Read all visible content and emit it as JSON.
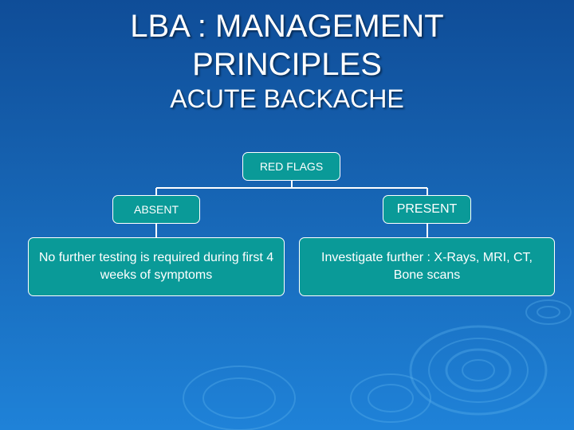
{
  "slide": {
    "title_line1": "LBA : MANAGEMENT",
    "title_line2": "PRINCIPLES",
    "subtitle": "ACUTE BACKACHE"
  },
  "diagram": {
    "root": "RED FLAGS",
    "left_branch": "ABSENT",
    "right_branch": "PRESENT",
    "left_outcome": "No further testing is required during first 4 weeks of symptoms",
    "right_outcome": "Investigate further : X-Rays, MRI, CT, Bone scans"
  },
  "colors": {
    "background_top": "#0f4d98",
    "background_bottom": "#1f82d8",
    "box_fill": "#0a9a98",
    "box_border": "#ffffff",
    "text": "#ffffff"
  }
}
